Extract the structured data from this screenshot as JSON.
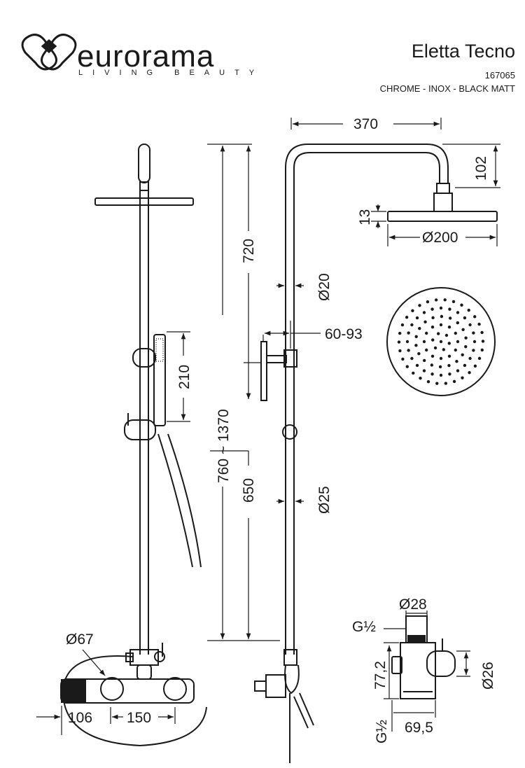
{
  "brand": {
    "name": "eurorama",
    "tagline": "LIVING BEAUTY"
  },
  "product": {
    "name": "Eletta Tecno",
    "code": "167065",
    "finishes": "CHROME - INOX - BLACK MATT"
  },
  "dimensions": {
    "arm_length": "370",
    "arm_height": "102",
    "head_thickness": "13",
    "head_diameter": "Ø200",
    "pipe_upper": "Ø20",
    "wall_bracket": "60-93",
    "total_height": "760 ~ 1370",
    "upper_section": "720",
    "hand_shower": "210",
    "lower_section": "650",
    "pipe_lower": "Ø25",
    "mixer_knob": "Ø67",
    "mixer_left": "106",
    "mixer_center": "150",
    "diverter_diameter": "Ø28",
    "thread_top": "G½",
    "diverter_height": "77,2",
    "diverter_knob": "Ø26",
    "thread_bottom": "G½",
    "diverter_width": "69,5"
  }
}
